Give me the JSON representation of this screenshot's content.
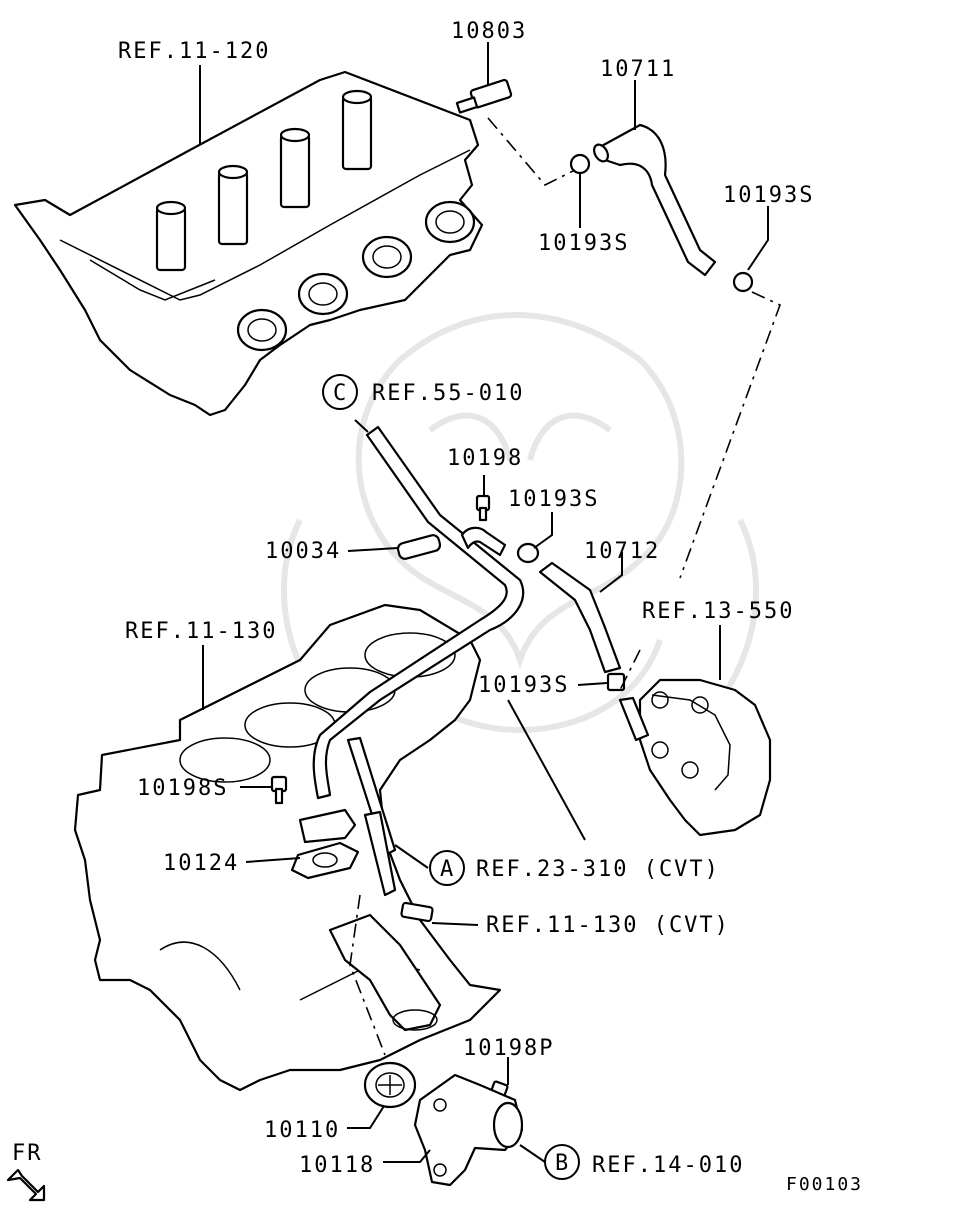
{
  "labels": {
    "ref_11_120": "REF.11-120",
    "p10803": "10803",
    "p10711": "10711",
    "p10193s_top": "10193S",
    "p10193s_right": "10193S",
    "callout_c": "C",
    "ref_55_010": "REF.55-010",
    "p10198": "10198",
    "p10193s_mid": "10193S",
    "p10034": "10034",
    "p10712": "10712",
    "ref_13_550": "REF.13-550",
    "ref_11_130_top": "REF.11-130",
    "p10193s_low": "10193S",
    "p10198s": "10198S",
    "p10124": "10124",
    "callout_a": "A",
    "ref_23_310": "REF.23-310 (CVT)",
    "ref_11_130_cvt": "REF.11-130 (CVT)",
    "p10198p": "10198P",
    "p10110": "10110",
    "p10118": "10118",
    "callout_b": "B",
    "ref_14_010": "REF.14-010",
    "fr": "FR",
    "figure_code": "F00103"
  }
}
